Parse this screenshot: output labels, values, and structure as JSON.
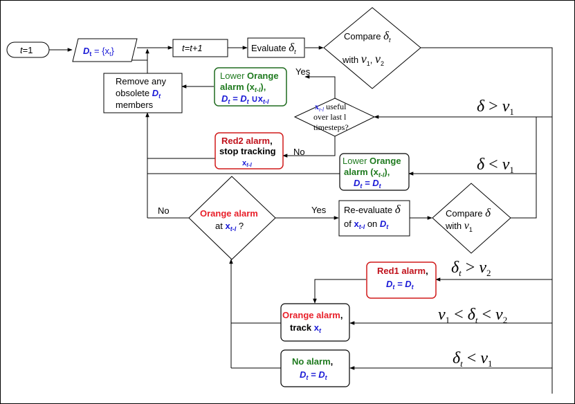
{
  "nodes": {
    "start": {
      "text": "t=1",
      "var": "t",
      "rest": "=1"
    },
    "data_input": {
      "lhs": "D",
      "sub": "t",
      "eq": " = {x",
      "sub2": "t",
      "close": "}"
    },
    "increment": {
      "text": "t=t+1"
    },
    "evaluate": {
      "label": "Evaluate ",
      "sym": "δ",
      "sub": "t"
    },
    "compare_top": {
      "line1": "Compare ",
      "sym": "δ",
      "sub": "t",
      "line2": "with ",
      "v1": "ν",
      "v1sub": "1",
      "comma": ", ",
      "v2": "ν",
      "v2sub": "2"
    },
    "remove_obsolete": {
      "line1": "Remove any",
      "line2_a": "obsolete ",
      "line2_b": "D",
      "line2_sub": "t",
      "line3": "members"
    },
    "lower_orange_top": {
      "l1a": "Lower ",
      "l1b": "Orange",
      "l2a": "alarm (",
      "l2b": "x",
      "l2sub": "t-l",
      "l2c": "),",
      "l3a": "D",
      "l3sub": "t",
      "l3b": " = D",
      "l3sub2": "t",
      "l3c": " ∪x",
      "l3sub3": "t-l"
    },
    "useful_check": {
      "l1a": "x",
      "l1sub": "t-l",
      "l1b": " useful",
      "l2": "over last l",
      "l3": "timesteps?"
    },
    "red2": {
      "l1a": "Red2 alarm",
      "l1b": ",",
      "l2": "stop tracking",
      "l3": "x",
      "l3sub": "t-l"
    },
    "lower_orange_mid": {
      "l1a": "Lower ",
      "l1b": "Orange",
      "l2a": "alarm (x",
      "l2sub": "t-l",
      "l2b": "),",
      "l3a": "D",
      "l3sub": "t",
      "l3b": " = D",
      "l3sub2": "t"
    },
    "orange_check": {
      "l1": "Orange alarm",
      "l2a": "at ",
      "l2b": "x",
      "l2sub": "t-l",
      "l2c": " ?"
    },
    "reevaluate": {
      "l1a": "Re-evaluate ",
      "sym": "δ",
      "l2a": "of ",
      "l2b": "x",
      "l2sub": "t-l",
      "l2c": " on ",
      "l2d": "D",
      "l2sub2": "t"
    },
    "compare_mid": {
      "l1": "Compare ",
      "sym": "δ",
      "l2": "with ",
      "v1": "ν",
      "v1sub": "1"
    },
    "red1": {
      "l1a": "Red1 alarm",
      "l1b": ",",
      "l2a": "D",
      "l2sub": "t",
      "l2b": " = D",
      "l2sub2": "t"
    },
    "orange_alarm": {
      "l1a": "Orange alarm",
      "l1b": ",",
      "l2a": "track ",
      "l2b": "x",
      "l2sub": "t"
    },
    "no_alarm": {
      "l1a": "No alarm",
      "l1b": ",",
      "l2a": "D",
      "l2sub": "t",
      "l2b": " = D",
      "l2sub2": "t"
    }
  },
  "edge_labels": {
    "yes_top": "Yes",
    "no_top": "No",
    "no_left": "No",
    "yes_mid": "Yes",
    "cond_gt_v1": {
      "sym": "δ",
      "op": " > ",
      "v": "ν",
      "vsub": "1"
    },
    "cond_lt_v1": {
      "sym": "δ",
      "op": " < ",
      "v": "ν",
      "vsub": "1"
    },
    "cond_gt_v2": {
      "sym": "δ",
      "sub": "t",
      "op": " > ",
      "v": "ν",
      "vsub": "2"
    },
    "cond_between": {
      "v1": "ν",
      "v1sub": "1",
      "op1": " < ",
      "sym": "δ",
      "sub": "t",
      "op2": " < ",
      "v2": "ν",
      "v2sub": "2"
    },
    "cond_lt_v1_t": {
      "sym": "δ",
      "sub": "t",
      "op": " < ",
      "v": "ν",
      "vsub": "1"
    }
  },
  "colors": {
    "blue": "#1a1ad6",
    "green": "#1f7a1f",
    "red": "#e8202a",
    "dark_red": "#c0101a",
    "box_green": "#1f6b1f",
    "box_red": "#d01818"
  }
}
